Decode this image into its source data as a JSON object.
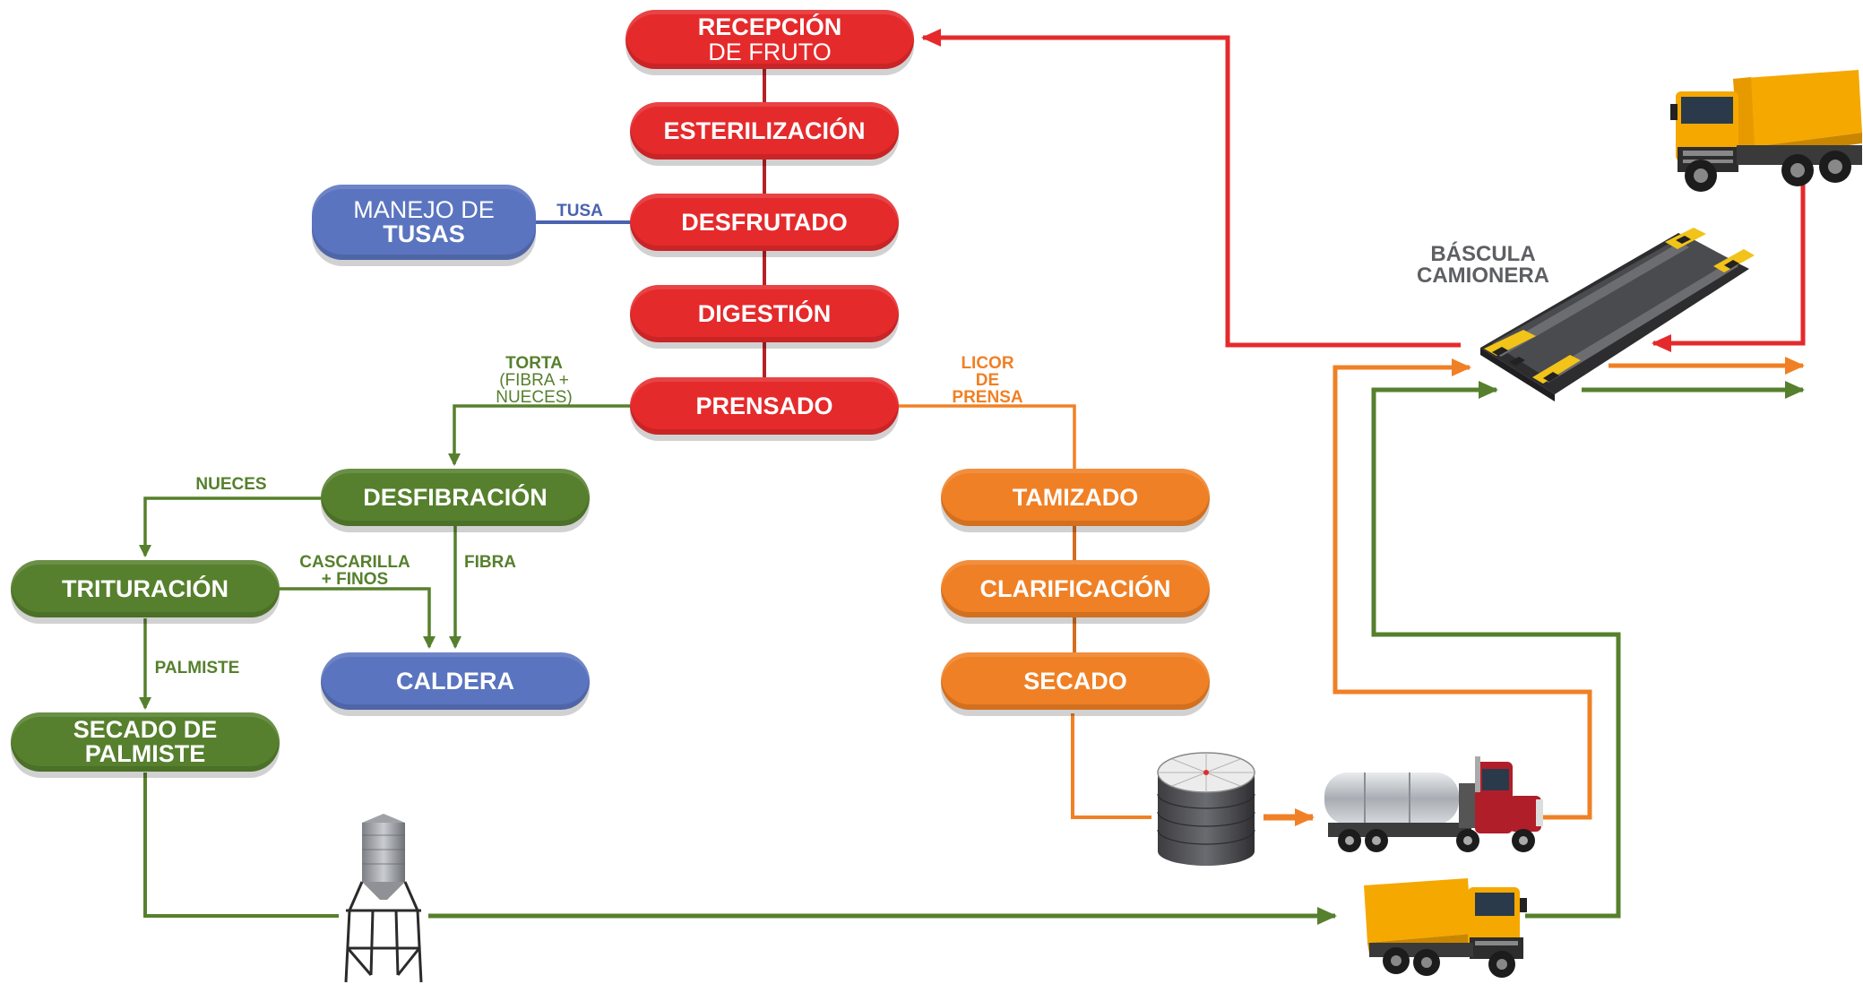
{
  "process": {
    "recepcion": {
      "line1": "RECEPCIÓN",
      "line2": "DE FRUTO"
    },
    "esterilizacion": "ESTERILIZACIÓN",
    "desfrutado": "DESFRUTADO",
    "digestion": "DIGESTIÓN",
    "prensado": "PRENSADO",
    "manejo_tusas": {
      "line1": "MANEJO DE",
      "line2": "TUSAS"
    },
    "desfibracion": "DESFIBRACIÓN",
    "trituracion": "TRITURACIÓN",
    "caldera": "CALDERA",
    "secado_palmiste": {
      "line1": "SECADO DE",
      "line2": "PALMISTE"
    },
    "tamizado": "TAMIZADO",
    "clarificacion": "CLARIFICACIÓN",
    "secado": "SECADO"
  },
  "labels": {
    "tusa": "TUSA",
    "torta": {
      "line1": "TORTA",
      "line2": "(FIBRA +",
      "line3": "NUECES)"
    },
    "licor": {
      "line1": "LICOR",
      "line2": "DE",
      "line3": "PRENSA"
    },
    "nueces": "NUECES",
    "cascarilla": {
      "line1": "CASCARILLA",
      "line2": "+ FINOS"
    },
    "fibra": "FIBRA",
    "palmiste": "PALMISTE",
    "bascula": {
      "line1": "BÁSCULA",
      "line2": "CAMIONERA"
    }
  },
  "colors": {
    "red": "#e52a2c",
    "green": "#56802d",
    "orange": "#f08025",
    "blue": "#5a74bf"
  },
  "icons": [
    "dump-truck-icon",
    "truck-scale-icon",
    "storage-tank-icon",
    "tanker-truck-icon",
    "silo-icon"
  ]
}
